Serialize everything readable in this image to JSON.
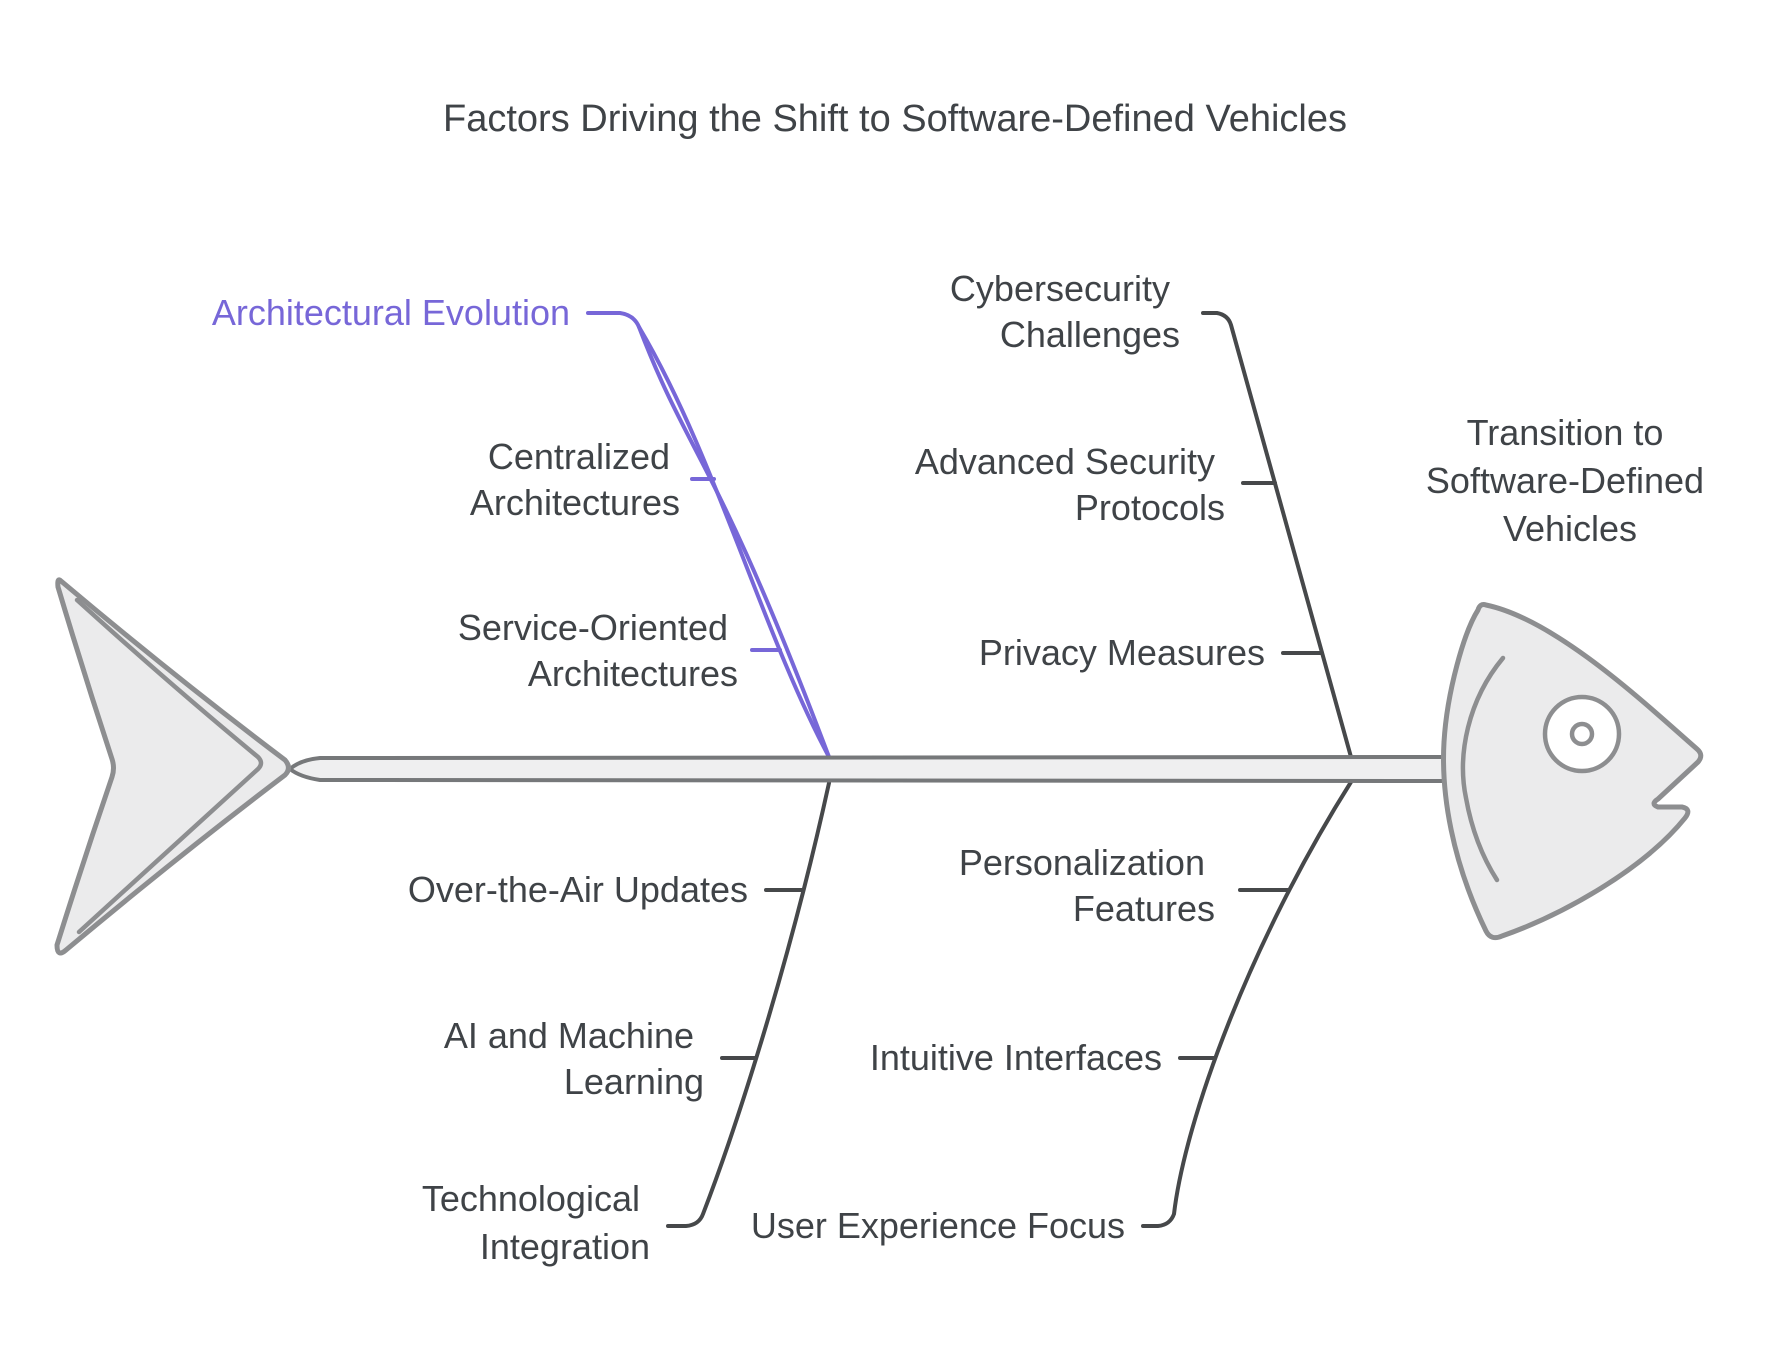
{
  "title": "Factors Driving the Shift to Software-Defined Vehicles",
  "colors": {
    "accent_purple": "#7767d8",
    "bone_gray": "#46484a",
    "text_gray": "#3f4347",
    "fish_fill": "#ebebec",
    "fish_stroke": "#8d8e90",
    "spine_fill": "#efeff0",
    "spine_stroke": "#76787a",
    "background": "#ffffff"
  },
  "head": {
    "label_line1": "Transition to",
    "label_line2": "Software-Defined",
    "label_line3": "Vehicles"
  },
  "branches": {
    "architectural_evolution": {
      "label": "Architectural Evolution",
      "items": {
        "centralized": {
          "line1": "Centralized",
          "line2": "Architectures"
        },
        "service_oriented": {
          "line1": "Service-Oriented",
          "line2": "Architectures"
        }
      }
    },
    "cybersecurity_challenges": {
      "label_line1": "Cybersecurity",
      "label_line2": "Challenges",
      "items": {
        "advanced_security": {
          "line1": "Advanced Security",
          "line2": "Protocols"
        },
        "privacy_measures": {
          "label": "Privacy Measures"
        }
      }
    },
    "technological_integration": {
      "label_line1": "Technological",
      "label_line2": "Integration",
      "items": {
        "ota_updates": {
          "label": "Over-the-Air Updates"
        },
        "ai_ml": {
          "line1": "AI and Machine",
          "line2": "Learning"
        }
      }
    },
    "user_experience_focus": {
      "label": "User Experience Focus",
      "items": {
        "personalization": {
          "line1": "Personalization",
          "line2": "Features"
        },
        "intuitive_interfaces": {
          "label": "Intuitive Interfaces"
        }
      }
    }
  }
}
